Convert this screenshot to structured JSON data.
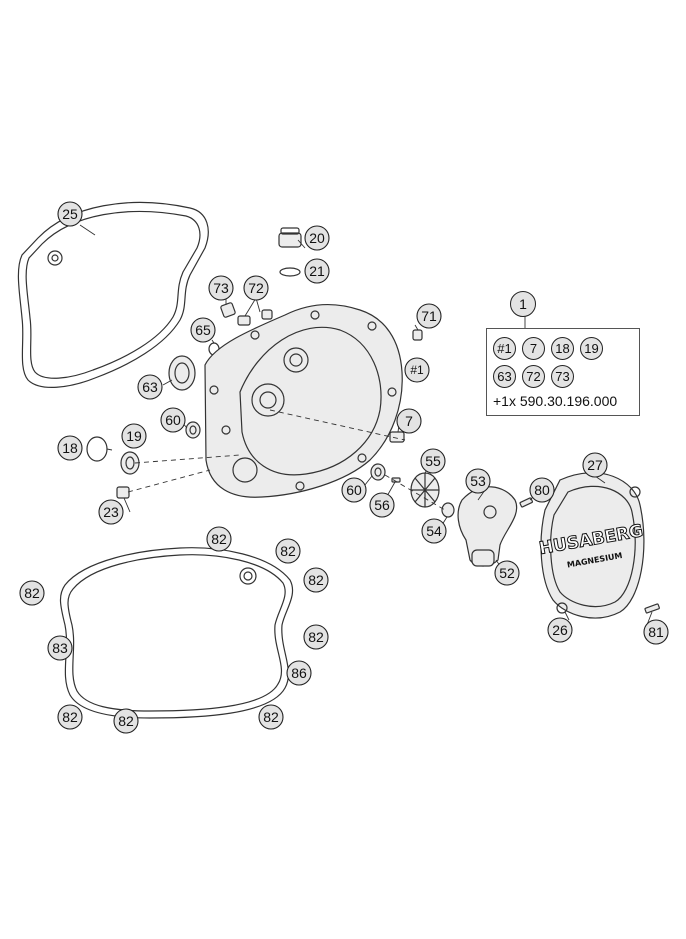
{
  "callouts": [
    {
      "id": "c25",
      "label": "25"
    },
    {
      "id": "c20",
      "label": "20"
    },
    {
      "id": "c21",
      "label": "21"
    },
    {
      "id": "c73",
      "label": "73"
    },
    {
      "id": "c72",
      "label": "72"
    },
    {
      "id": "c65",
      "label": "65"
    },
    {
      "id": "c63",
      "label": "63"
    },
    {
      "id": "c71",
      "label": "71"
    },
    {
      "id": "c60a",
      "label": "60"
    },
    {
      "id": "c18",
      "label": "18"
    },
    {
      "id": "c19",
      "label": "19"
    },
    {
      "id": "c23",
      "label": "23"
    },
    {
      "id": "c7",
      "label": "7"
    },
    {
      "id": "c55",
      "label": "55"
    },
    {
      "id": "c60b",
      "label": "60"
    },
    {
      "id": "c56",
      "label": "56"
    },
    {
      "id": "c53",
      "label": "53"
    },
    {
      "id": "c80",
      "label": "80"
    },
    {
      "id": "c54",
      "label": "54"
    },
    {
      "id": "c52",
      "label": "52"
    },
    {
      "id": "c27",
      "label": "27"
    },
    {
      "id": "c26",
      "label": "26"
    },
    {
      "id": "c81",
      "label": "81"
    },
    {
      "id": "c82a",
      "label": "82"
    },
    {
      "id": "c82b",
      "label": "82"
    },
    {
      "id": "c82c",
      "label": "82"
    },
    {
      "id": "c82d",
      "label": "82"
    },
    {
      "id": "c82e",
      "label": "82"
    },
    {
      "id": "c83",
      "label": "83"
    },
    {
      "id": "c86",
      "label": "86"
    },
    {
      "id": "c82f",
      "label": "82"
    },
    {
      "id": "c82g",
      "label": "82"
    },
    {
      "id": "c82h",
      "label": "82"
    }
  ],
  "cover_marker": "#1",
  "kit": {
    "number": "1",
    "row1": [
      "#1",
      "7",
      "18",
      "19"
    ],
    "row2": [
      "63",
      "72",
      "73"
    ],
    "text": "+1x 590.30.196.000"
  },
  "brand": {
    "logo": "HUSABERG",
    "sub": "MAGNESIUM"
  }
}
